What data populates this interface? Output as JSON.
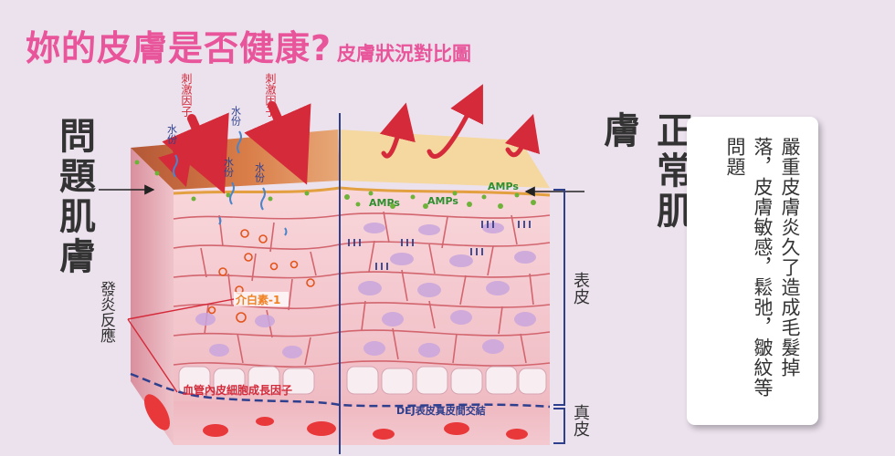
{
  "title": {
    "main": "妳的皮膚是否健康?",
    "subtitle": "皮膚狀況對比圖"
  },
  "sides": {
    "left": "問題肌膚",
    "right": "正常肌膚"
  },
  "labels": {
    "stimulus": "刺激因子",
    "water": "水份",
    "amps": "AMPs",
    "interleukin": "介白素-1",
    "vegf": "血管內皮細胞成長因子",
    "dej": "DEJ表皮真皮間交結",
    "inflammation": "發炎反應",
    "epidermis": "表皮",
    "dermis": "真皮"
  },
  "note": {
    "text": "嚴重皮膚炎久了造成毛髮掉落，皮膚敏感，鬆弛，皺紋等問題"
  },
  "colors": {
    "title": "#e8559a",
    "background": "#ece2ee",
    "arrow_red": "#d42a3a",
    "label_orange": "#f08020",
    "divider_blue": "#2e3f8e",
    "amps_green": "#2f8f2f"
  }
}
